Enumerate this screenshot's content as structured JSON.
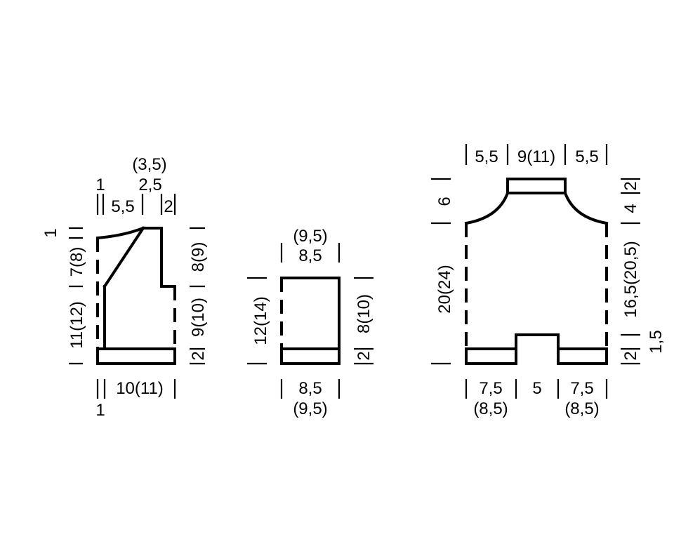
{
  "front_piece": {
    "top_paren": "(3,5)",
    "top_left_1": "1",
    "top_value": "2,5",
    "top_row_left": "5,5",
    "top_row_right": "2",
    "left_top_1": "1",
    "left_upper": "7(8)",
    "left_lower": "11(12)",
    "right_upper": "8(9)",
    "right_lower": "9(10)",
    "right_bottom": "2",
    "bottom_width": "10(11)",
    "bottom_1": "1"
  },
  "sleeve_piece": {
    "top_paren": "(9,5)",
    "top_value": "8,5",
    "left_height": "12(14)",
    "right_height": "8(10)",
    "right_bottom": "2",
    "bottom_value": "8,5",
    "bottom_paren": "(9,5)"
  },
  "back_piece": {
    "top_left": "5,5",
    "top_mid": "9(11)",
    "top_right": "5,5",
    "left_upper": "6",
    "left_middle": "20(24)",
    "right_upper_4": "4",
    "right_upper_2": "2",
    "right_middle": "16,5(20,5)",
    "right_bottom_2": "2",
    "right_bottom_value": "1,5",
    "bottom_left": "7,5",
    "bottom_left_paren": "(8,5)",
    "bottom_mid": "5",
    "bottom_right": "7,5",
    "bottom_right_paren": "(8,5)"
  }
}
